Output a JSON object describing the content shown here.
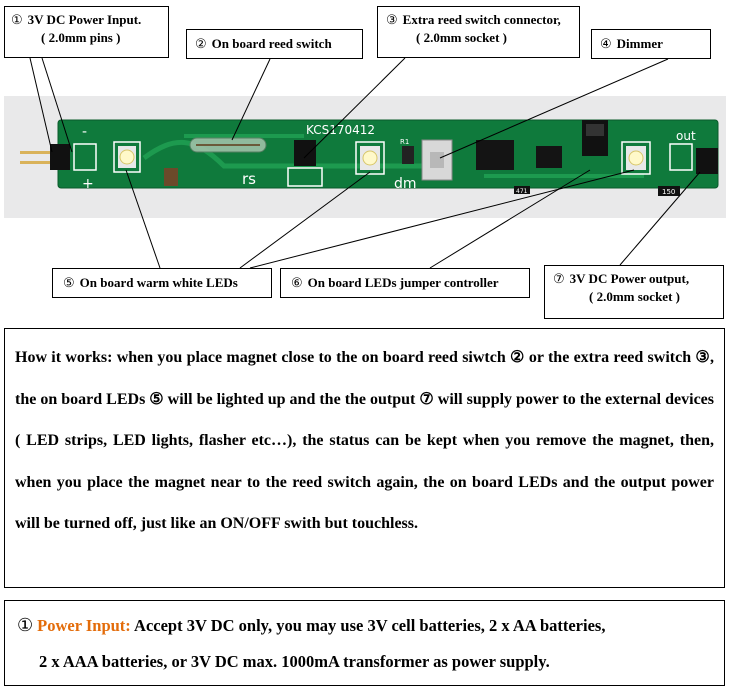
{
  "labels": {
    "l1": {
      "num": "①",
      "line1": "3V DC Power Input.",
      "line2": "( 2.0mm pins )"
    },
    "l2": {
      "num": "②",
      "line1": "On board reed switch"
    },
    "l3": {
      "num": "③",
      "line1": "Extra reed switch connector,",
      "line2": "( 2.0mm socket )"
    },
    "l4": {
      "num": "④",
      "line1": "Dimmer"
    },
    "l5": {
      "num": "⑤",
      "line1": "On board warm white LEDs"
    },
    "l6": {
      "num": "⑥",
      "line1": "On board LEDs jumper controller"
    },
    "l7": {
      "num": "⑦",
      "line1": "3V DC Power output,",
      "line2": "( 2.0mm socket )"
    }
  },
  "board": {
    "model": "KCS170412",
    "rs": "rs",
    "dm": "dm",
    "out": "out",
    "minus": "-",
    "plus": "+",
    "r1": "471",
    "r2": "150",
    "r3": "R1"
  },
  "description": "How it works: when you place magnet close to the on board reed siwtch ② or the extra reed switch ③, the on board LEDs ⑤ will be lighted up and the the output ⑦ will supply power to the external devices ( LED strips, LED lights, flasher etc…), the status can be kept when you remove the magnet, then, when you place the magnet near to the reed switch again, the on board LEDs and the output power will be turned off, just like an ON/OFF swith but touchless.",
  "power_note": {
    "num": "①",
    "title": "Power Input:",
    "line1": "Accept 3V DC only, you may use 3V cell batteries, 2 x AA batteries,",
    "line2": "2 x AAA batteries, or 3V DC max. 1000mA transformer as power supply."
  },
  "colors": {
    "pcb": "#0f7a3c",
    "silk": "#ffffff",
    "highlight": "#e36c0a",
    "led": "#fff9c9"
  }
}
